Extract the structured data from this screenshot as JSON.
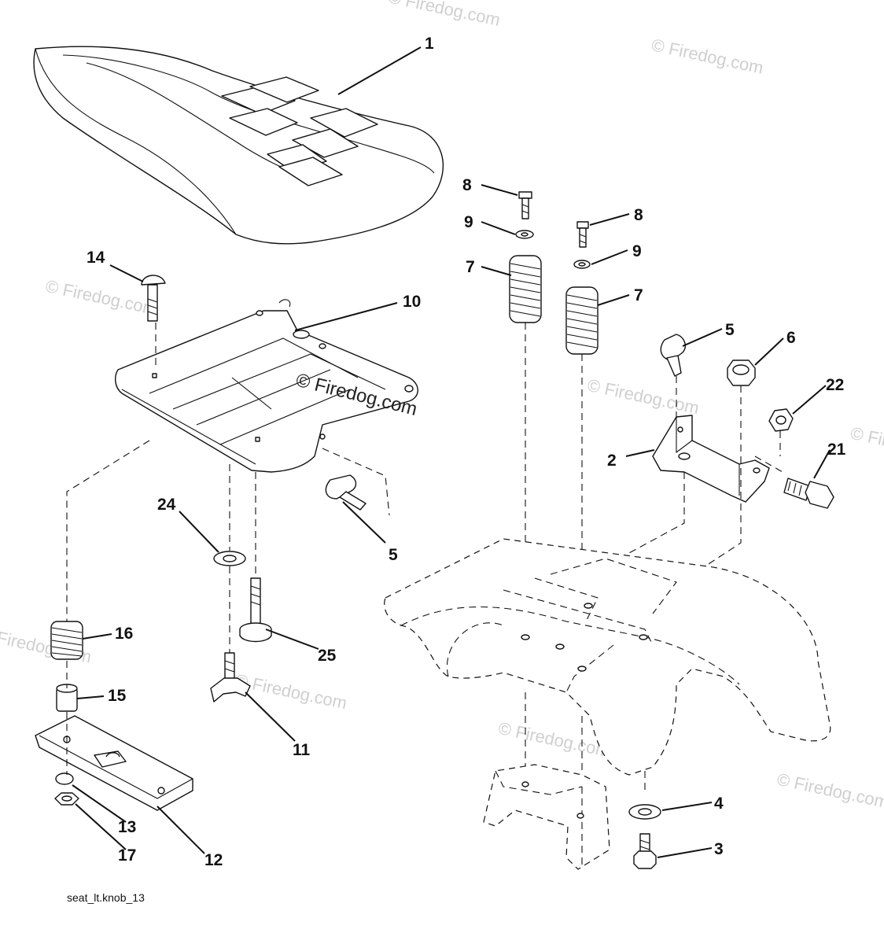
{
  "diagram": {
    "caption": "seat_lt.knob_13",
    "watermark_text": "Firedog.com",
    "watermark_center_text": "© Firedog.com",
    "callouts": [
      {
        "id": "c1",
        "label": "1"
      },
      {
        "id": "c14",
        "label": "14"
      },
      {
        "id": "c10",
        "label": "10"
      },
      {
        "id": "c5a",
        "label": "5"
      },
      {
        "id": "c24",
        "label": "24"
      },
      {
        "id": "c25",
        "label": "25"
      },
      {
        "id": "c16",
        "label": "16"
      },
      {
        "id": "c15",
        "label": "15"
      },
      {
        "id": "c11",
        "label": "11"
      },
      {
        "id": "c13",
        "label": "13"
      },
      {
        "id": "c17",
        "label": "17"
      },
      {
        "id": "c12",
        "label": "12"
      },
      {
        "id": "c8a",
        "label": "8"
      },
      {
        "id": "c9a",
        "label": "9"
      },
      {
        "id": "c7a",
        "label": "7"
      },
      {
        "id": "c8b",
        "label": "8"
      },
      {
        "id": "c9b",
        "label": "9"
      },
      {
        "id": "c7b",
        "label": "7"
      },
      {
        "id": "c5b",
        "label": "5"
      },
      {
        "id": "c6",
        "label": "6"
      },
      {
        "id": "c22",
        "label": "22"
      },
      {
        "id": "c2",
        "label": "2"
      },
      {
        "id": "c21",
        "label": "21"
      },
      {
        "id": "c4",
        "label": "4"
      },
      {
        "id": "c3",
        "label": "3"
      }
    ]
  }
}
